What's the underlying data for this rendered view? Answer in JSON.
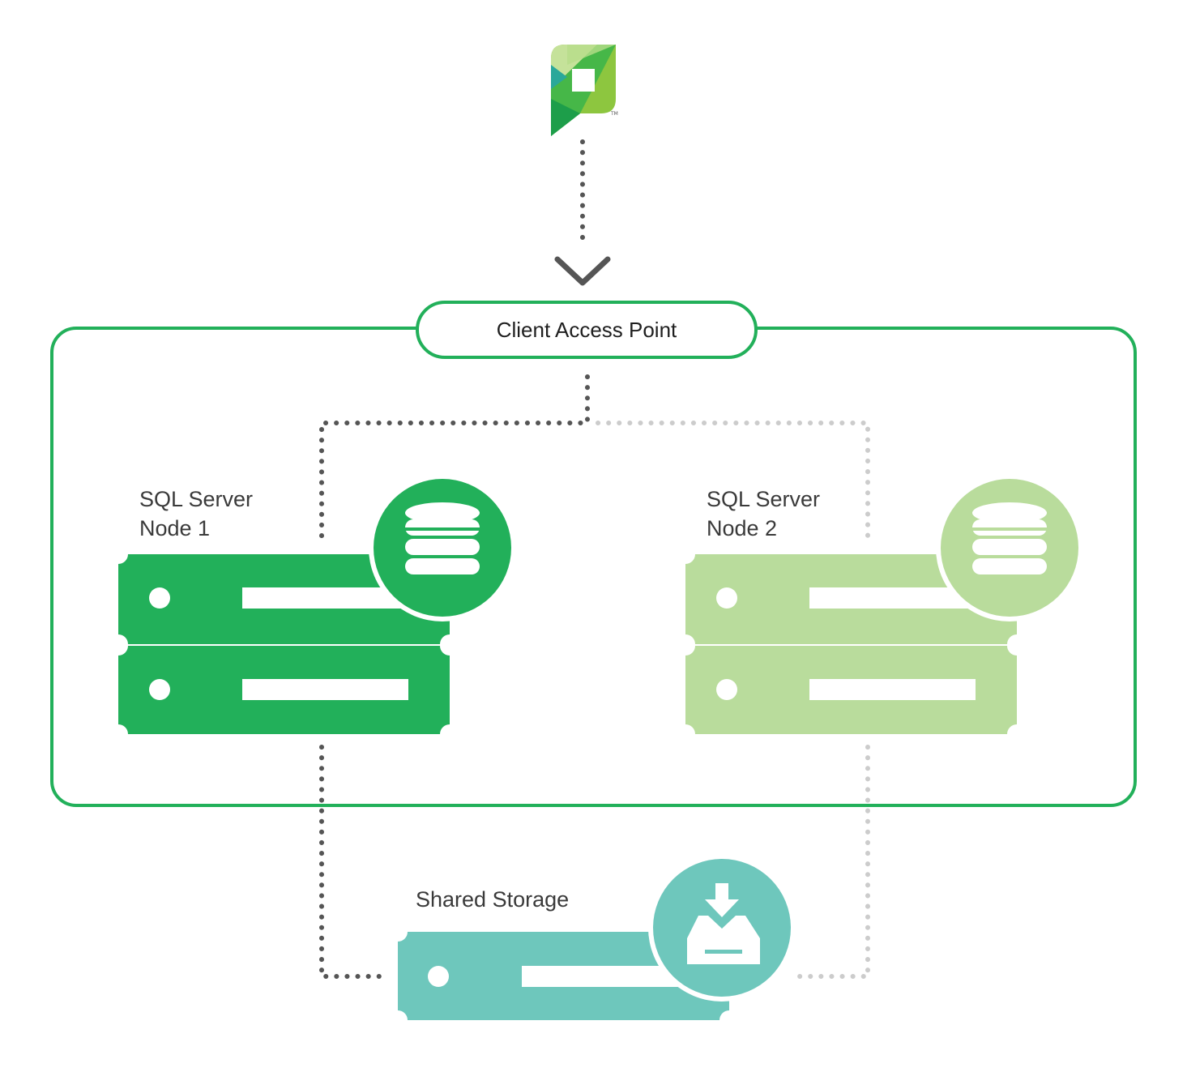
{
  "diagram": {
    "logo_icon": "brand-logo-icon",
    "client_access_point": {
      "label": "Client Access Point"
    },
    "node1": {
      "title_line1": "SQL Server",
      "title_line2": "Node 1",
      "icon": "database-icon"
    },
    "node2": {
      "title_line1": "SQL Server",
      "title_line2": "Node 2",
      "icon": "database-icon"
    },
    "storage": {
      "label": "Shared Storage",
      "icon": "download-to-drive-icon"
    },
    "colors": {
      "cluster_border": "#22b05a",
      "node_active": "#22b05a",
      "node_passive": "#b9dc9c",
      "storage": "#6ec7bc",
      "active_link": "#555555",
      "passive_link": "#cccccc",
      "logo_light_green": "#8dc63f",
      "logo_teal": "#2aa89a"
    }
  }
}
